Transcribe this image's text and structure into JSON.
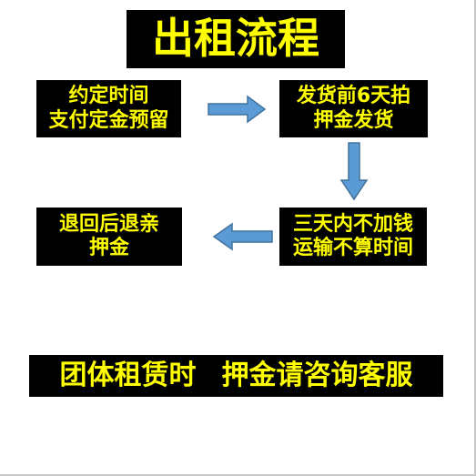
{
  "title": "出租流程",
  "steps": [
    {
      "line1": "约定时间",
      "line2": "支付定金预留"
    },
    {
      "line1": "发货前6天拍",
      "line2": "押金发货"
    },
    {
      "line1": "三天内不加钱",
      "line2": "运输不算时间"
    },
    {
      "line1": "退回后退亲",
      "line2": "押金"
    }
  ],
  "note": {
    "part1": "团体租赁时",
    "part2": "押金请咨询客服"
  },
  "colors": {
    "box_bg": "#000000",
    "text": "#ffff00",
    "arrow_fill": "#5b9bd5",
    "arrow_stroke": "#41719c"
  }
}
